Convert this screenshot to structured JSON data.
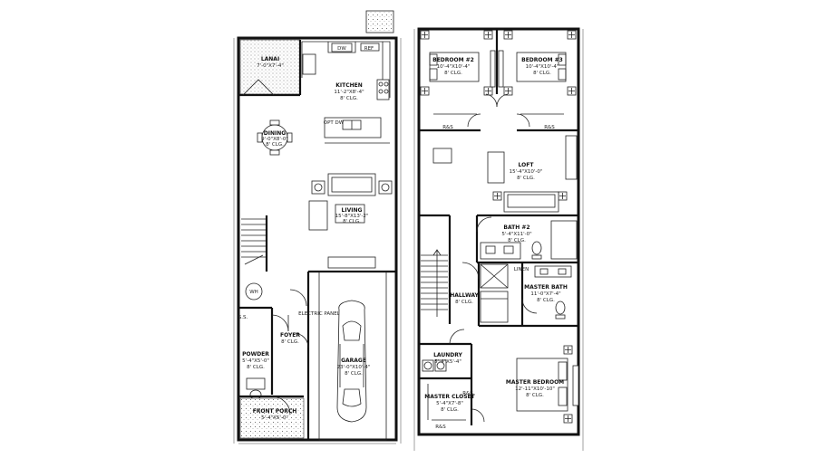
{
  "first_floor": {
    "lanai": {
      "name": "LANAI",
      "dim": "7'-0\"X7'-4\""
    },
    "kitchen": {
      "name": "KITCHEN",
      "dim": "11'-2\"X8'-4\"",
      "clg": "8' CLG."
    },
    "dining": {
      "name": "DINING",
      "dim": "9'-0\"X8'-0\"",
      "clg": "8' CLG."
    },
    "living": {
      "name": "LIVING",
      "dim": "15'-8\"X13'-2\"",
      "clg": "8' CLG."
    },
    "foyer": {
      "name": "FOYER",
      "clg": "8' CLG."
    },
    "powder": {
      "name": "POWDER",
      "dim": "5'-4\"X5'-0\"",
      "clg": "8' CLG."
    },
    "front_porch": {
      "name": "FRONT PORCH",
      "dim": "5'-4\"X5'-0\""
    },
    "garage": {
      "name": "GARAGE",
      "dim": "23'-0\"X10'-4\"",
      "clg": "8' CLG."
    },
    "wh": "WH",
    "dw": "DW",
    "ref": "REF",
    "electric_panel": "ELECTRIC PANEL",
    "opt": "OPT DW",
    "ss": "S.S."
  },
  "second_floor": {
    "bedroom2": {
      "name": "BEDROOM #2",
      "dim": "10'-4\"X10'-4\"",
      "clg": "8' CLG."
    },
    "bedroom3": {
      "name": "BEDROOM #3",
      "dim": "10'-4\"X10'-4\"",
      "clg": "8' CLG."
    },
    "loft": {
      "name": "LOFT",
      "dim": "15'-4\"X10'-0\"",
      "clg": "8' CLG."
    },
    "bath2": {
      "name": "BATH #2",
      "dim": "5'-4\"X11'-0\"",
      "clg": "8' CLG."
    },
    "hallway": {
      "name": "HALLWAY",
      "clg": "8' CLG."
    },
    "master_bath": {
      "name": "MASTER BATH",
      "dim": "11'-0\"X7'-4\"",
      "clg": "8' CLG."
    },
    "laundry": {
      "name": "LAUNDRY",
      "dim": "5'-4\"X5'-4\""
    },
    "master_closet": {
      "name": "MASTER CLOSET",
      "dim": "5'-4\"X7'-8\"",
      "clg": "8' CLG."
    },
    "master_bedroom": {
      "name": "MASTER BEDROOM",
      "dim": "12'-11\"X10'-10\"",
      "clg": "8' CLG."
    },
    "rs": "R&S",
    "linen": "LINEN"
  }
}
